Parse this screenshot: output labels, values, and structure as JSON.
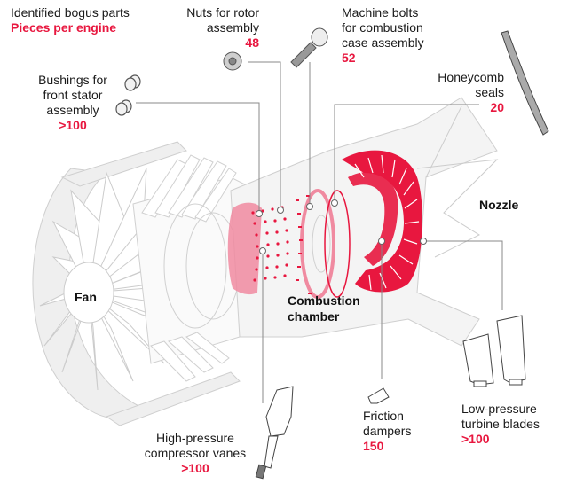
{
  "header": {
    "title": "Identified bogus parts",
    "subtitle": "Pieces per engine"
  },
  "colors": {
    "accent": "#e8173f",
    "accent_light": "#f08aa0",
    "engine_gray": "#d9d9d9",
    "leader_line": "#888888"
  },
  "sections": {
    "fan": "Fan",
    "combustion_line1": "Combustion",
    "combustion_line2": "chamber",
    "nozzle": "Nozzle"
  },
  "parts": [
    {
      "id": "bushings",
      "lines": [
        "Bushings for",
        "front stator",
        "assembly"
      ],
      "count": ">100",
      "icon": "bushing-icon"
    },
    {
      "id": "nuts",
      "lines": [
        "Nuts for rotor",
        "assembly"
      ],
      "count": "48",
      "icon": "nut-icon"
    },
    {
      "id": "bolts",
      "lines": [
        "Machine bolts",
        "for combustion",
        "case assembly"
      ],
      "count": "52",
      "icon": "bolt-icon"
    },
    {
      "id": "honeycomb",
      "lines": [
        "Honeycomb",
        "seals"
      ],
      "count": "20",
      "icon": "honeycomb-seal-icon"
    },
    {
      "id": "vanes",
      "lines": [
        "High-pressure",
        "compressor vanes"
      ],
      "count": ">100",
      "icon": "compressor-vane-icon"
    },
    {
      "id": "dampers",
      "lines": [
        "Friction",
        "dampers"
      ],
      "count": "150",
      "icon": "friction-damper-icon"
    },
    {
      "id": "blades",
      "lines": [
        "Low-pressure",
        "turbine blades"
      ],
      "count": ">100",
      "icon": "turbine-blade-icon"
    }
  ]
}
